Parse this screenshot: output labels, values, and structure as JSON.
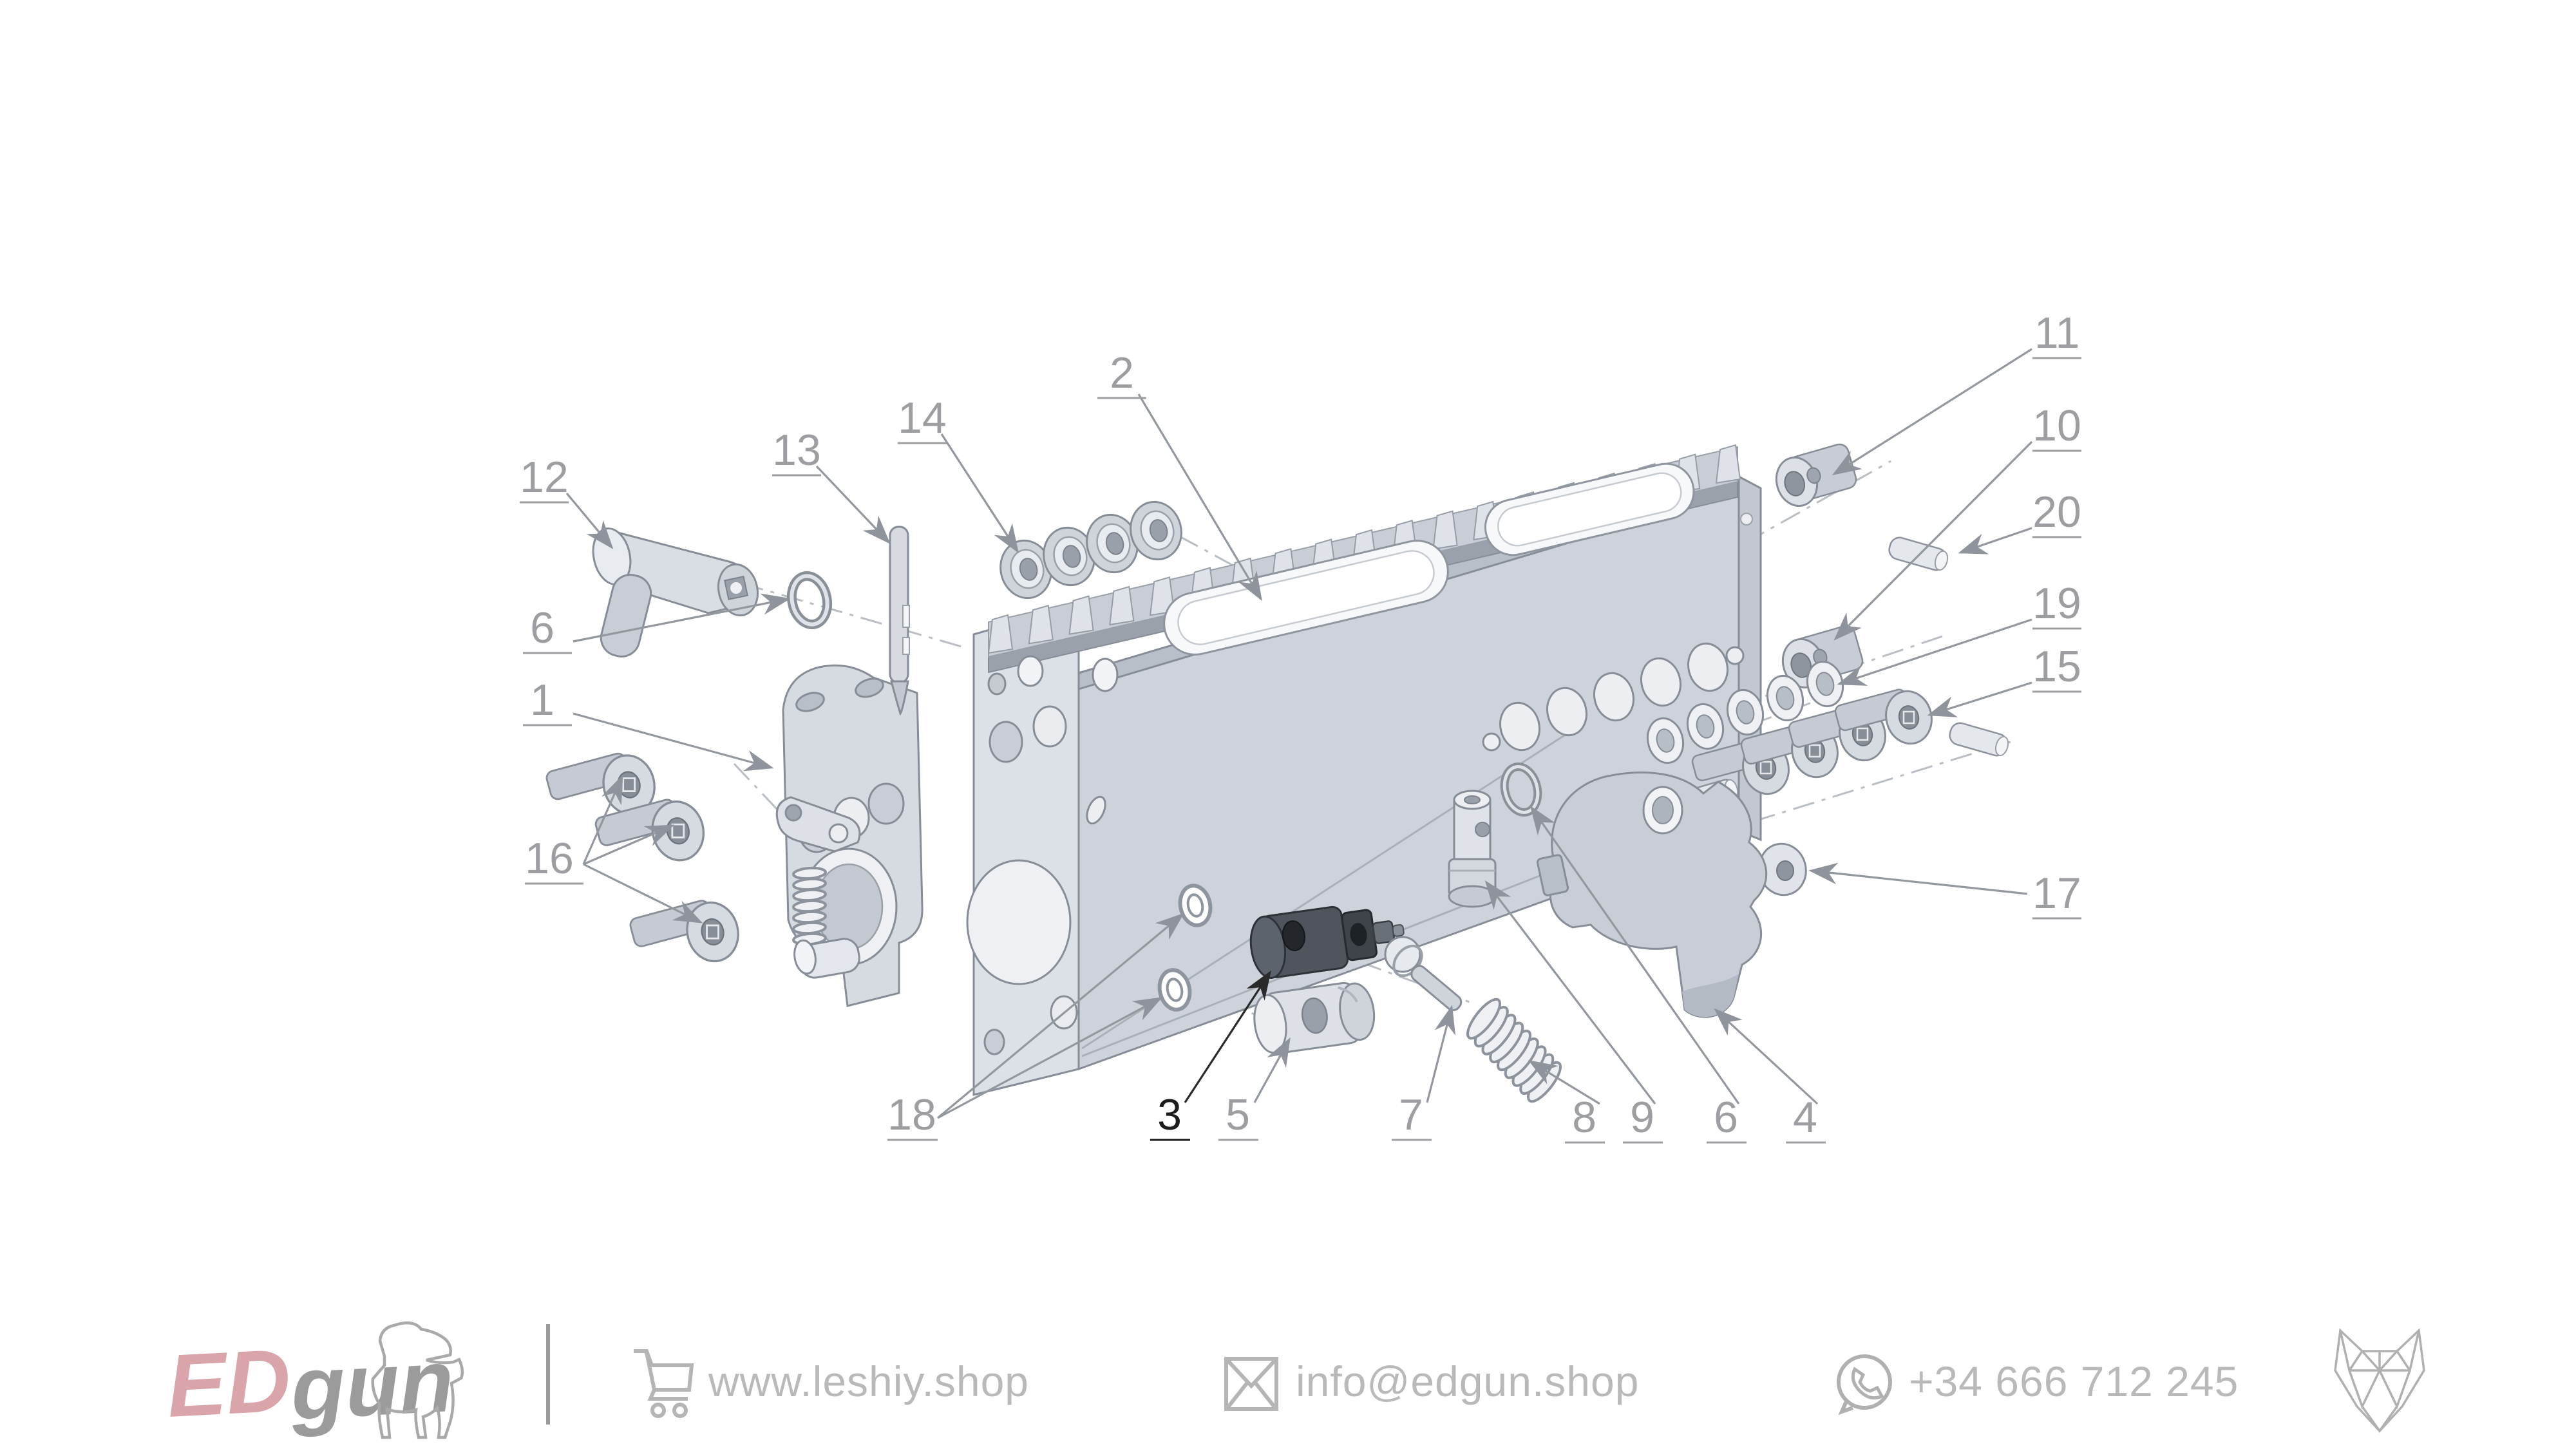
{
  "diagram": {
    "description": "Exploded parts diagram of airgun receiver assembly",
    "callouts": [
      {
        "label": "2",
        "color": "gray"
      },
      {
        "label": "14",
        "color": "gray"
      },
      {
        "label": "13",
        "color": "gray"
      },
      {
        "label": "12",
        "color": "gray"
      },
      {
        "label": "11",
        "color": "gray"
      },
      {
        "label": "10",
        "color": "gray"
      },
      {
        "label": "20",
        "color": "gray"
      },
      {
        "label": "19",
        "color": "gray"
      },
      {
        "label": "15",
        "color": "gray"
      },
      {
        "label": "17",
        "color": "gray"
      },
      {
        "label": "6",
        "color": "gray"
      },
      {
        "label": "1",
        "color": "gray"
      },
      {
        "label": "16",
        "color": "gray"
      },
      {
        "label": "18",
        "color": "gray"
      },
      {
        "label": "3",
        "color": "black"
      },
      {
        "label": "5",
        "color": "gray"
      },
      {
        "label": "7",
        "color": "gray"
      },
      {
        "label": "8",
        "color": "gray"
      },
      {
        "label": "9",
        "color": "gray"
      },
      {
        "label": "6",
        "color": "gray"
      },
      {
        "label": "4",
        "color": "gray"
      }
    ]
  },
  "footer": {
    "logo": {
      "ed": "ED",
      "gun": "gun"
    },
    "contacts": {
      "website": "www.leshiy.shop",
      "email": "info@edgun.shop",
      "phone": "+34 666 712 245"
    },
    "icons": [
      "dog-logo",
      "cart-icon",
      "envelope-icon",
      "whatsapp-icon",
      "fox-logo"
    ]
  },
  "colors": {
    "logo_ed": "#d9a5ab",
    "logo_gun": "#9b9b9b",
    "footer_text": "#b9b9b9",
    "callout_gray": "#9c9ea1",
    "callout_black": "#1c1c1c",
    "diagram_line": "#878d97",
    "part_light": "#e3e6ec",
    "part_mid": "#cfd4db",
    "part_dark_valve": "#50555d"
  }
}
